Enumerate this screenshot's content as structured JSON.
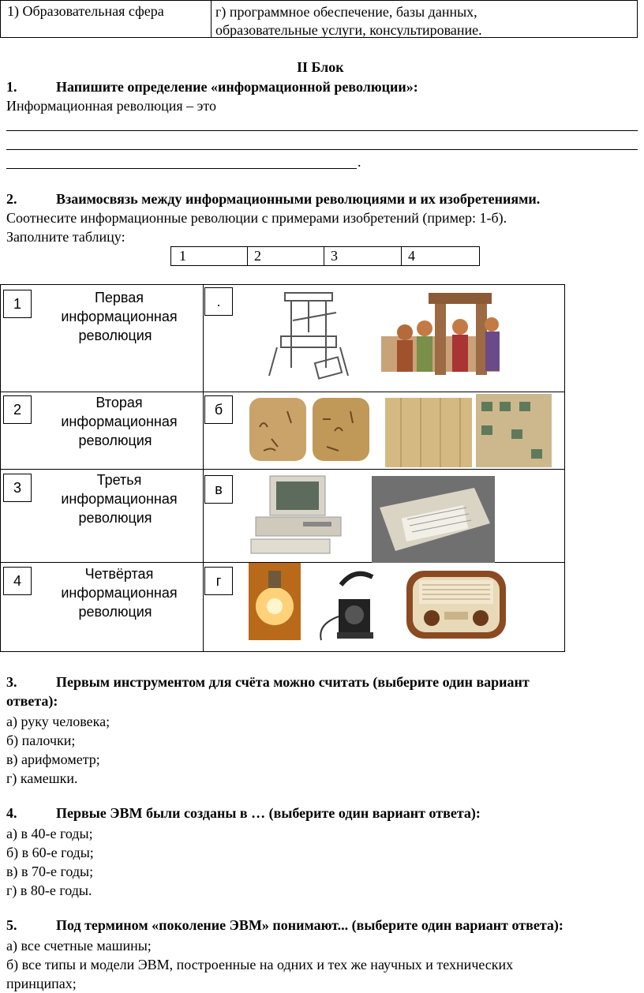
{
  "top_row": {
    "left": "1)  Образовательная сфера",
    "right_line1": "г) программное обеспечение, базы данных,",
    "right_line2": "образовательные услуги, консультирование."
  },
  "block_title": "II Блок",
  "q1": {
    "number": "1.",
    "title": "Напишите определение «информационной революции»:",
    "text": "Информационная революция – это",
    "end_mark": "."
  },
  "q2": {
    "number": "2.",
    "title": "Взаимосвязь между информационными революциями и их изобретениями.",
    "line1": "Соотнесите информационные революции с примерами изобретений (пример: 1-б).",
    "line2": "Заполните таблицу:",
    "fill_cells": [
      "1",
      "2",
      "3",
      "4"
    ],
    "rows": [
      {
        "num": "1",
        "name_l1": "Первая",
        "name_l2": "информационная",
        "name_l3": "революция",
        "letter": "."
      },
      {
        "num": "2",
        "name_l1": "Вторая",
        "name_l2": "информационная",
        "name_l3": "революция",
        "letter": "б"
      },
      {
        "num": "3",
        "name_l1": "Третья",
        "name_l2": "информационная",
        "name_l3": "революция",
        "letter": "в"
      },
      {
        "num": "4",
        "name_l1": "Четвёртая",
        "name_l2": "информационная",
        "name_l3": "революция",
        "letter": "г"
      }
    ]
  },
  "q3": {
    "number": "3.",
    "title_l1": "Первым инструментом для счёта можно считать (выберите один вариант",
    "title_l2": "ответа):",
    "options": [
      "а) руку человека;",
      "б) палочки;",
      "в) арифмометр;",
      "г) камешки."
    ]
  },
  "q4": {
    "number": "4.",
    "title": "Первые ЭВМ были созданы в … (выберите один вариант ответа):",
    "options": [
      "а) в 40-е годы;",
      "б) в 60-е годы;",
      "в) в 70-е годы;",
      "г) в 80-е годы."
    ]
  },
  "q5": {
    "number": "5.",
    "title": "Под термином «поколение ЭВМ» понимают... (выберите один вариант ответа):",
    "options": [
      "а) все счетные машины;",
      "б) все типы и модели ЭВМ, построенные на одних и тех же научных и технических",
      "принципах;"
    ]
  }
}
